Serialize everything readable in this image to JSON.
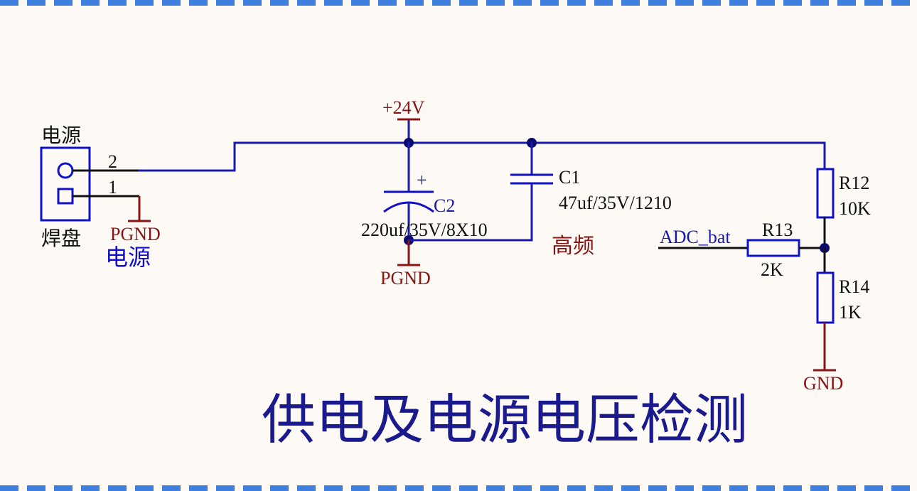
{
  "connector": {
    "label_top": "电源",
    "label_bottom": "焊盘",
    "pin2": "2",
    "pin1": "1",
    "net_label": "电源"
  },
  "nets": {
    "supply": "+24V",
    "pgnd_connector": "PGND",
    "pgnd_c2": "PGND",
    "gnd": "GND",
    "adc": "ADC_bat"
  },
  "c2": {
    "ref": "C2",
    "value": "220uf/35V/8X10",
    "polarity": "+"
  },
  "c1": {
    "ref": "C1",
    "value": "47uf/35V/1210",
    "note": "高频"
  },
  "r12": {
    "ref": "R12",
    "value": "10K"
  },
  "r13": {
    "ref": "R13",
    "value": "2K"
  },
  "r14": {
    "ref": "R14",
    "value": "1K"
  },
  "title": "供电及电源电压检测",
  "colors": {
    "wire": "#1a1aa8",
    "ground_symbol": "#8a1414",
    "component": "#1010c8",
    "border": "#3f7fe0",
    "background": "#fdfaf6"
  }
}
